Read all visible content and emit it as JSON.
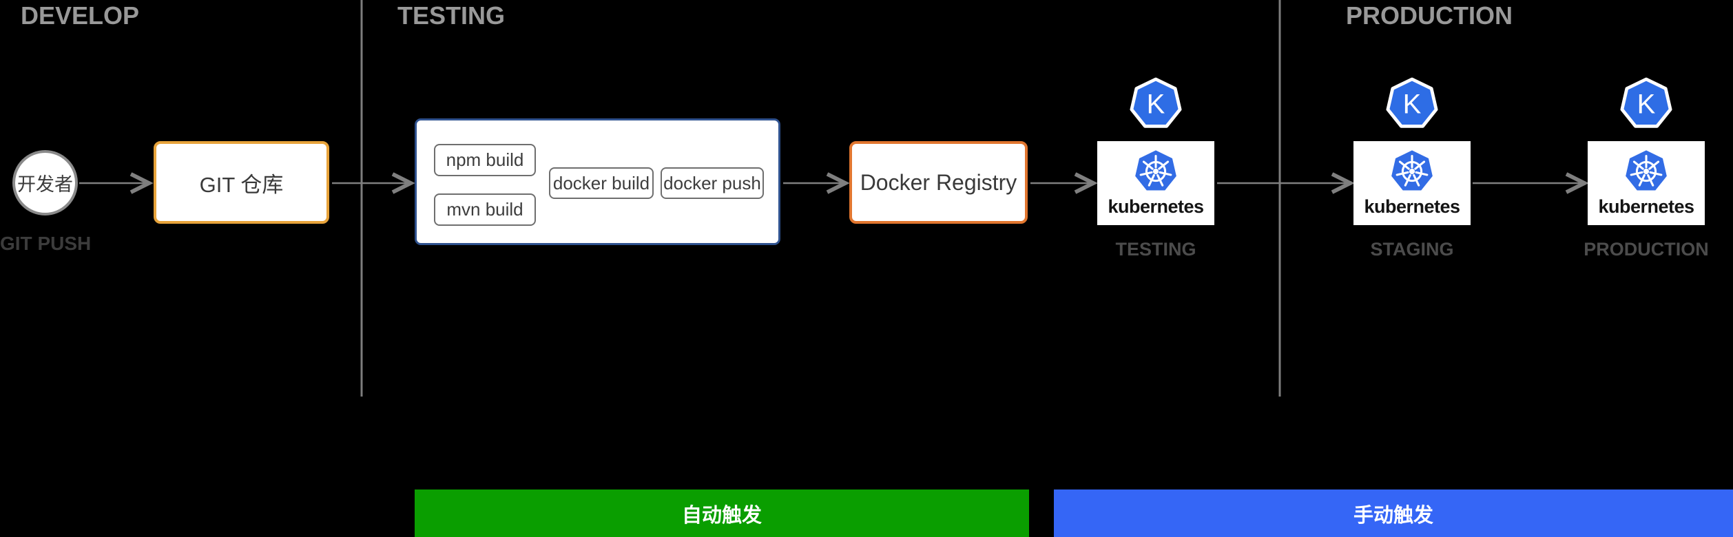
{
  "sections": [
    {
      "label": "DEVELOP"
    },
    {
      "label": "TESTING"
    },
    {
      "label": "PRODUCTION"
    }
  ],
  "developer": {
    "label": "开发者",
    "sublabel": "GIT PUSH"
  },
  "git_repo": {
    "label": "GIT 仓库"
  },
  "build_steps": [
    {
      "label": "npm build"
    },
    {
      "label": "mvn build"
    },
    {
      "label": "docker build"
    },
    {
      "label": "docker push"
    }
  ],
  "docker_registry": {
    "label": "Docker Registry"
  },
  "k8s_nodes": [
    {
      "badge_letter": "K",
      "logo_label": "kubernetes",
      "env": "TESTING"
    },
    {
      "badge_letter": "K",
      "logo_label": "kubernetes",
      "env": "STAGING"
    },
    {
      "badge_letter": "K",
      "logo_label": "kubernetes",
      "env": "PRODUCTION"
    }
  ],
  "triggers": [
    {
      "label": "自动触发",
      "color": "#0A9E00"
    },
    {
      "label": "手动触发",
      "color": "#3566F6"
    }
  ],
  "colors": {
    "background": "#000000",
    "section_header": "#999999",
    "divider": "#7d7d7d",
    "arrow": "#7f7f7f",
    "git_box_border": "#E7A33B",
    "registry_border": "#E1762F",
    "container_border": "#2F528F",
    "button_border": "#6e6e6e",
    "node_label": "#4c4c4c",
    "k8s_blue": "#326CE5",
    "badge_blue": "#2E6DE5",
    "auto_trigger_green": "#0A9E00",
    "manual_trigger_blue": "#3566F6"
  }
}
